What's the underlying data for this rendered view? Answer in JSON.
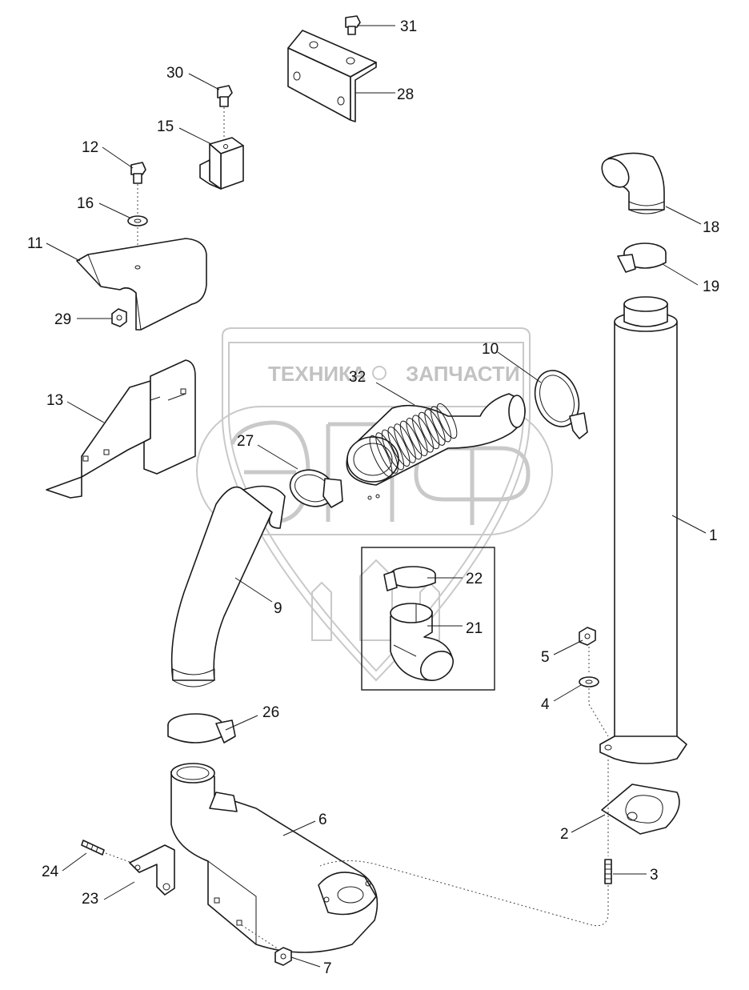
{
  "watermark": {
    "brand_top_left": "ТЕХНИКА",
    "brand_top_right": "ЗАПЧАСТИ",
    "brand_big": "ЭПФ"
  },
  "callouts": [
    {
      "id": "c1",
      "text": "1"
    },
    {
      "id": "c2",
      "text": "2"
    },
    {
      "id": "c3",
      "text": "3"
    },
    {
      "id": "c4",
      "text": "4"
    },
    {
      "id": "c5",
      "text": "5"
    },
    {
      "id": "c6",
      "text": "6"
    },
    {
      "id": "c7",
      "text": "7"
    },
    {
      "id": "c9",
      "text": "9"
    },
    {
      "id": "c10",
      "text": "10"
    },
    {
      "id": "c11",
      "text": "11"
    },
    {
      "id": "c12",
      "text": "12"
    },
    {
      "id": "c13",
      "text": "13"
    },
    {
      "id": "c15",
      "text": "15"
    },
    {
      "id": "c16",
      "text": "16"
    },
    {
      "id": "c18",
      "text": "18"
    },
    {
      "id": "c19",
      "text": "19"
    },
    {
      "id": "c21",
      "text": "21"
    },
    {
      "id": "c22",
      "text": "22"
    },
    {
      "id": "c23",
      "text": "23"
    },
    {
      "id": "c24",
      "text": "24"
    },
    {
      "id": "c26",
      "text": "26"
    },
    {
      "id": "c27",
      "text": "27"
    },
    {
      "id": "c28",
      "text": "28"
    },
    {
      "id": "c29",
      "text": "29"
    },
    {
      "id": "c30",
      "text": "30"
    },
    {
      "id": "c31",
      "text": "31"
    },
    {
      "id": "c32",
      "text": "32"
    }
  ]
}
